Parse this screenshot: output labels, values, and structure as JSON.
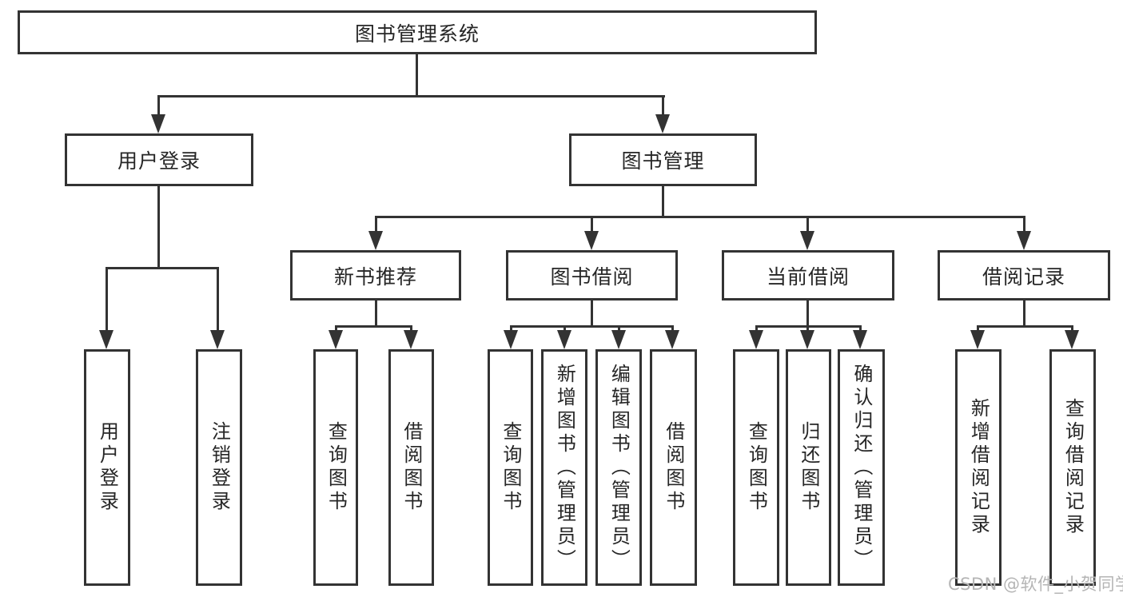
{
  "diagram": {
    "root": {
      "label": "图书管理系统"
    },
    "level2": [
      {
        "label": "用户登录"
      },
      {
        "label": "图书管理"
      }
    ],
    "level3": [
      {
        "label": "新书推荐"
      },
      {
        "label": "图书借阅"
      },
      {
        "label": "当前借阅"
      },
      {
        "label": "借阅记录"
      }
    ],
    "leaves": {
      "login": [
        "用户登录",
        "注销登录"
      ],
      "newbook": [
        "查询图书",
        "借阅图书"
      ],
      "borrow": [
        "查询图书",
        "新增图书（管理员）",
        "编辑图书（管理员）",
        "借阅图书"
      ],
      "current": [
        "查询图书",
        "归还图书",
        "确认归还（管理员）"
      ],
      "records": [
        "新增借阅记录",
        "查询借阅记录"
      ]
    }
  },
  "watermark": {
    "text": "CSDN @软件_小贺同学"
  },
  "colors": {
    "line": "#333333",
    "text": "#262626",
    "watermark": "#b5b5b5",
    "background": "#ffffff"
  }
}
